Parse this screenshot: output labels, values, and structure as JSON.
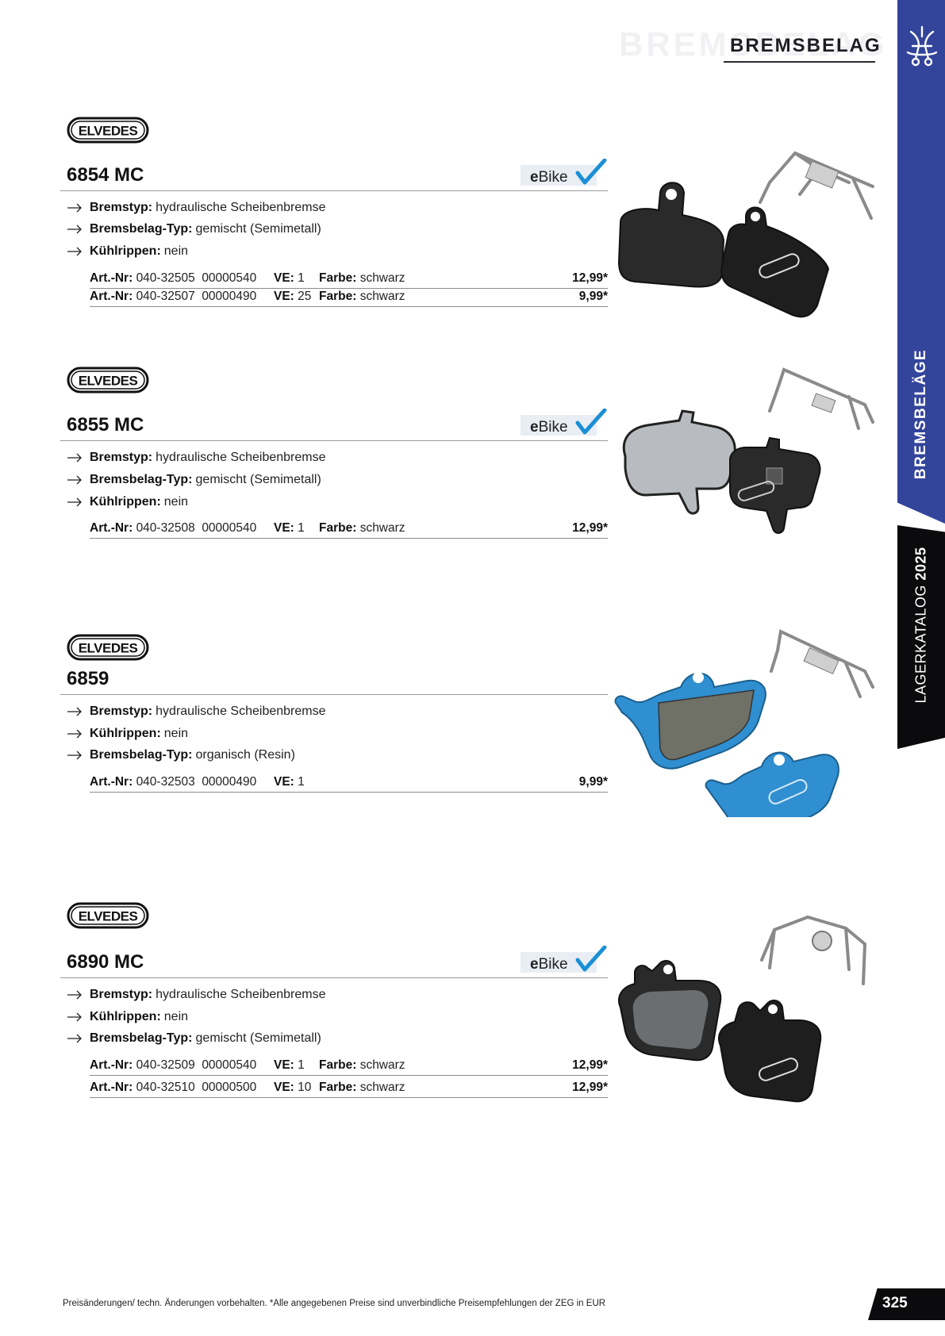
{
  "header": {
    "ghost_text": "BREMSBELAG",
    "title": "BREMSBELAG"
  },
  "sidebar": {
    "category": "BREMSBELÄGE",
    "catalog_prefix": "LAGERKATALOG",
    "catalog_year": "2025",
    "icon": "brake-caliper-icon"
  },
  "colors": {
    "sidebar_blue": "#33449b",
    "sidebar_black": "#0b0b0d",
    "ebike_check": "#1a8fd6",
    "pad_blue": "#2f8fd0"
  },
  "brand": {
    "logo_text": "ELVEDES",
    "ebike_label_e": "e",
    "ebike_label_rest": "Bike"
  },
  "products": [
    {
      "model": "6854 MC",
      "ebike": true,
      "features": [
        {
          "label": "Bremstyp:",
          "value": "hydraulische Scheibenbremse"
        },
        {
          "label": "Bremsbelag-Typ:",
          "value": "gemischt (Semimetall)"
        },
        {
          "label": "Kühlrippen:",
          "value": "nein"
        }
      ],
      "articles": [
        {
          "art_label": "Art.-Nr:",
          "art_nr": "040-32505",
          "code": "00000540",
          "ve_label": "VE:",
          "ve": "1",
          "farbe_label": "Farbe:",
          "farbe": "schwarz",
          "price": "12,99*"
        },
        {
          "art_label": "Art.-Nr:",
          "art_nr": "040-32507",
          "code": "00000490",
          "ve_label": "VE:",
          "ve": "25",
          "farbe_label": "Farbe:",
          "farbe": "schwarz",
          "price": "9,99*"
        }
      ]
    },
    {
      "model": "6855 MC",
      "ebike": true,
      "features": [
        {
          "label": "Bremstyp:",
          "value": "hydraulische Scheibenbremse"
        },
        {
          "label": "Bremsbelag-Typ:",
          "value": "gemischt (Semimetall)"
        },
        {
          "label": "Kühlrippen:",
          "value": "nein"
        }
      ],
      "articles": [
        {
          "art_label": "Art.-Nr:",
          "art_nr": "040-32508",
          "code": "00000540",
          "ve_label": "VE:",
          "ve": "1",
          "farbe_label": "Farbe:",
          "farbe": "schwarz",
          "price": "12,99*"
        }
      ]
    },
    {
      "model": "6859",
      "ebike": false,
      "features": [
        {
          "label": "Bremstyp:",
          "value": "hydraulische Scheibenbremse"
        },
        {
          "label": "Kühlrippen:",
          "value": "nein"
        },
        {
          "label": "Bremsbelag-Typ:",
          "value": "organisch (Resin)"
        }
      ],
      "articles": [
        {
          "art_label": "Art.-Nr:",
          "art_nr": "040-32503",
          "code": "00000490",
          "ve_label": "VE:",
          "ve": "1",
          "price": "9,99*"
        }
      ]
    },
    {
      "model": "6890 MC",
      "ebike": true,
      "features": [
        {
          "label": "Bremstyp:",
          "value": "hydraulische Scheibenbremse"
        },
        {
          "label": "Kühlrippen:",
          "value": "nein"
        },
        {
          "label": "Bremsbelag-Typ:",
          "value": "gemischt (Semimetall)"
        }
      ],
      "articles": [
        {
          "art_label": "Art.-Nr:",
          "art_nr": "040-32509",
          "code": "00000540",
          "ve_label": "VE:",
          "ve": "1",
          "farbe_label": "Farbe:",
          "farbe": "schwarz",
          "price": "12,99*"
        },
        {
          "art_label": "Art.-Nr:",
          "art_nr": "040-32510",
          "code": "00000500",
          "ve_label": "VE:",
          "ve": "10",
          "farbe_label": "Farbe:",
          "farbe": "schwarz",
          "price": "12,99*"
        }
      ]
    }
  ],
  "footer": {
    "note": "Preisänderungen/ techn. Änderungen vorbehalten. *Alle angegebenen Preise sind unverbindliche Preisempfehlungen der ZEG in EUR",
    "page_number": "325"
  }
}
